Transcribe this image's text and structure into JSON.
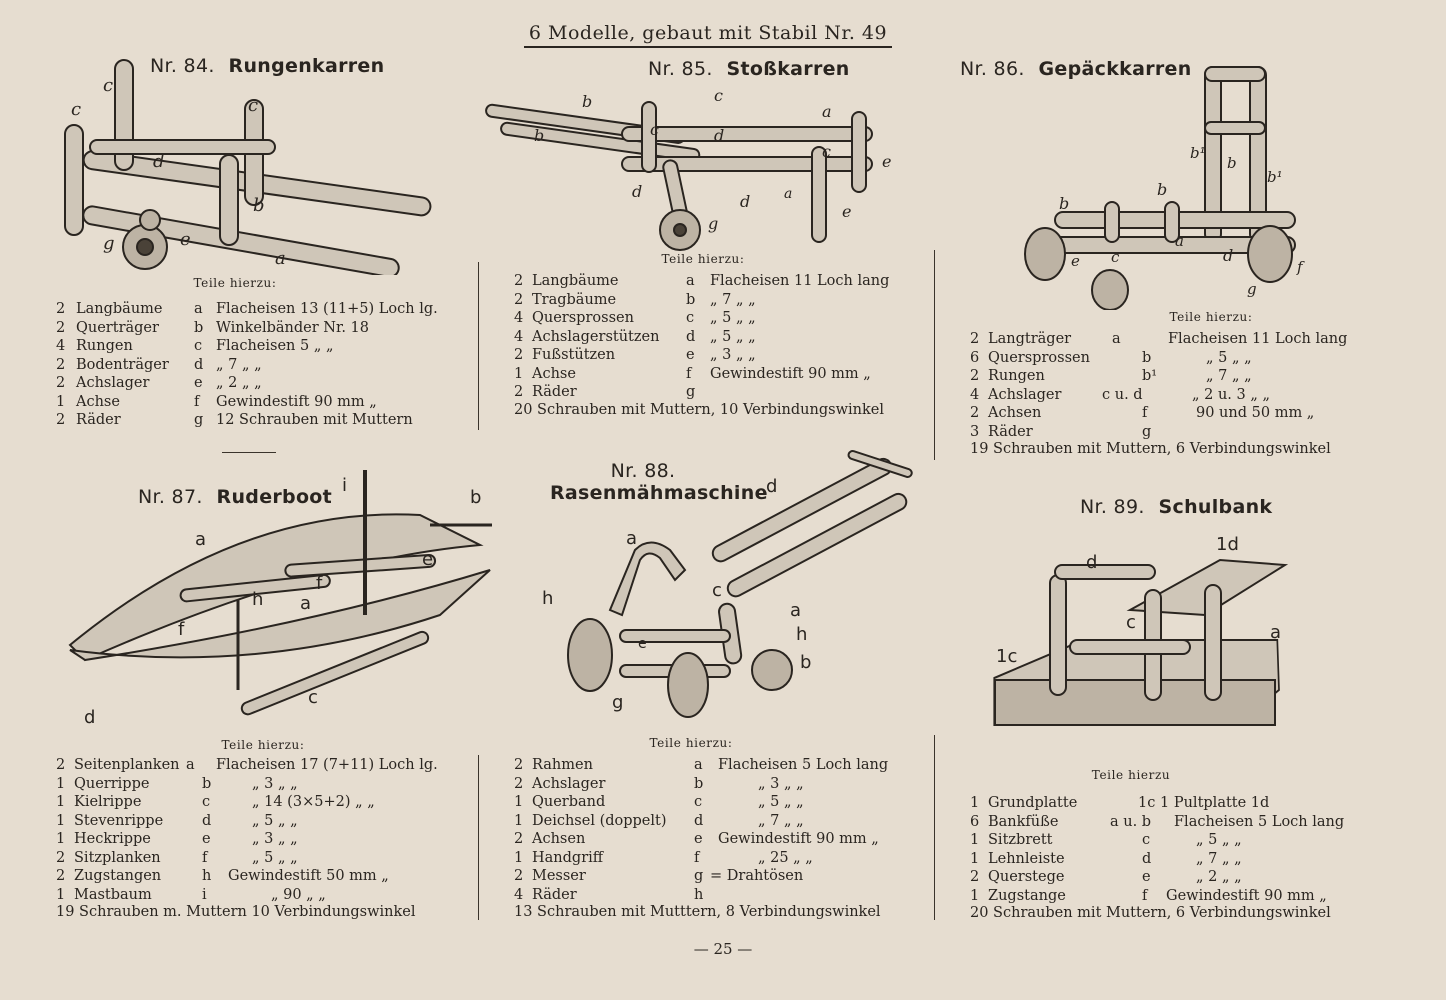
{
  "header": "6 Modelle, gebaut mit Stabil Nr. 49",
  "teile_label": "Teile hierzu:",
  "teile_label_89": "Teile hierzu",
  "page_number": "— 25 —",
  "models": [
    {
      "number": "Nr. 84.",
      "name": "Rungenkarren",
      "fig_labels": [
        "c",
        "c",
        "c",
        "d",
        "b",
        "g",
        "e",
        "a"
      ],
      "parts": [
        {
          "qty": "2",
          "name": "Langbäume",
          "letter": "a",
          "desc": "Flacheisen 13 (11+5) Loch lg."
        },
        {
          "qty": "2",
          "name": "Querträger",
          "letter": "b",
          "desc": "Winkelbänder Nr. 18"
        },
        {
          "qty": "4",
          "name": "Rungen",
          "letter": "c",
          "desc": "Flacheisen 5 „ „"
        },
        {
          "qty": "2",
          "name": "Bodenträger",
          "letter": "d",
          "desc": "„ 7 „ „"
        },
        {
          "qty": "2",
          "name": "Achslager",
          "letter": "e",
          "desc": "„ 2 „ „"
        },
        {
          "qty": "1",
          "name": "Achse",
          "letter": "f",
          "desc": "Gewindestift 90 mm „"
        },
        {
          "qty": "2",
          "name": "Räder",
          "letter": "g",
          "desc": "12 Schrauben mit Muttern"
        }
      ]
    },
    {
      "number": "Nr. 85.",
      "name": "Stoßkarren",
      "fig_labels": [
        "b",
        "c",
        "a",
        "b",
        "c",
        "d",
        "c",
        "e",
        "d",
        "d",
        "a",
        "e",
        "g"
      ],
      "parts": [
        {
          "qty": "2",
          "name": "Langbäume",
          "letter": "a",
          "desc": "Flacheisen 11 Loch lang"
        },
        {
          "qty": "2",
          "name": "Tragbäume",
          "letter": "b",
          "desc": "„ 7 „ „"
        },
        {
          "qty": "4",
          "name": "Quersprossen",
          "letter": "c",
          "desc": "„ 5 „ „"
        },
        {
          "qty": "4",
          "name": "Achslagerstützen",
          "letter": "d",
          "desc": "„ 5 „ „"
        },
        {
          "qty": "2",
          "name": "Fußstützen",
          "letter": "e",
          "desc": "„ 3 „ „"
        },
        {
          "qty": "1",
          "name": "Achse",
          "letter": "f",
          "desc": "Gewindestift 90 mm „"
        },
        {
          "qty": "2",
          "name": "Räder",
          "letter": "g",
          "desc": ""
        }
      ],
      "footer": "20 Schrauben mit Muttern,   10 Verbindungswinkel"
    },
    {
      "number": "Nr. 86.",
      "name": "Gepäckkarren",
      "fig_labels": [
        "b¹",
        "b",
        "b¹",
        "b",
        "b",
        "e",
        "c",
        "a",
        "d",
        "f",
        "g"
      ],
      "parts": [
        {
          "qty": "2",
          "name": "Langträger",
          "letter": "a",
          "desc": "Flacheisen 11 Loch lang"
        },
        {
          "qty": "6",
          "name": "Quersprossen",
          "letter": "b",
          "desc": "„ 5 „ „"
        },
        {
          "qty": "2",
          "name": "Rungen",
          "letter": "b¹",
          "desc": "„ 7 „ „"
        },
        {
          "qty": "4",
          "name": "Achslager",
          "letter": "c u. d",
          "desc": "„ 2 u. 3 „ „"
        },
        {
          "qty": "2",
          "name": "Achsen",
          "letter": "f",
          "desc": "90 und 50 mm „"
        },
        {
          "qty": "3",
          "name": "Räder",
          "letter": "g",
          "desc": ""
        }
      ],
      "footer": "19 Schrauben mit Muttern,   6 Verbindungswinkel"
    },
    {
      "number": "Nr. 87.",
      "name": "Ruderboot",
      "fig_labels": [
        "i",
        "b",
        "a",
        "e",
        "f",
        "h",
        "a",
        "f",
        "c",
        "d"
      ],
      "parts": [
        {
          "qty": "2",
          "name": "Seitenplanken",
          "letter": "a",
          "desc": "Flacheisen 17 (7+11) Loch lg."
        },
        {
          "qty": "1",
          "name": "Querrippe",
          "letter": "b",
          "desc": "„ 3 „ „"
        },
        {
          "qty": "1",
          "name": "Kielrippe",
          "letter": "c",
          "desc": "„ 14 (3×5+2) „ „"
        },
        {
          "qty": "1",
          "name": "Stevenrippe",
          "letter": "d",
          "desc": "„ 5 „ „"
        },
        {
          "qty": "1",
          "name": "Heckrippe",
          "letter": "e",
          "desc": "„ 3 „ „"
        },
        {
          "qty": "2",
          "name": "Sitzplanken",
          "letter": "f",
          "desc": "„ 5 „ „"
        },
        {
          "qty": "2",
          "name": "Zugstangen",
          "letter": "h",
          "desc": "Gewindestift 50 mm „"
        },
        {
          "qty": "1",
          "name": "Mastbaum",
          "letter": "i",
          "desc": "„ 90 „ „"
        }
      ],
      "footer": "19 Schrauben m. Muttern   10 Verbindungswinkel"
    },
    {
      "number": "Nr. 88.",
      "name": "Rasenmähmaschine",
      "fig_labels": [
        "d",
        "a",
        "h",
        "c",
        "e",
        "a",
        "h",
        "b",
        "g"
      ],
      "parts": [
        {
          "qty": "2",
          "name": "Rahmen",
          "letter": "a",
          "desc": "Flacheisen 5 Loch lang"
        },
        {
          "qty": "2",
          "name": "Achslager",
          "letter": "b",
          "desc": "„ 3 „ „"
        },
        {
          "qty": "1",
          "name": "Querband",
          "letter": "c",
          "desc": "„ 5 „ „"
        },
        {
          "qty": "1",
          "name": "Deichsel (doppelt)",
          "letter": "d",
          "desc": "„ 7 „ „"
        },
        {
          "qty": "2",
          "name": "Achsen",
          "letter": "e",
          "desc": "Gewindestift 90 mm „"
        },
        {
          "qty": "1",
          "name": "Handgriff",
          "letter": "f",
          "desc": "„ 25 „ „"
        },
        {
          "qty": "2",
          "name": "Messer",
          "letter": "g",
          "desc": "= Drahtösen"
        },
        {
          "qty": "4",
          "name": "Räder",
          "letter": "h",
          "desc": ""
        }
      ],
      "footer": "13 Schrauben mit Mutttern,   8 Verbindungswinkel"
    },
    {
      "number": "Nr. 89.",
      "name": "Schulbank",
      "fig_labels": [
        "1d",
        "d",
        "c",
        "a",
        "1c"
      ],
      "parts": [
        {
          "qty": "1",
          "name": "Grundplatte",
          "letter": "1c",
          "desc": "1 Pultplatte 1d"
        },
        {
          "qty": "6",
          "name": "Bankfüße",
          "letter": "a u. b",
          "desc": "Flacheisen 5 Loch lang"
        },
        {
          "qty": "1",
          "name": "Sitzbrett",
          "letter": "c",
          "desc": "„ 5 „ „"
        },
        {
          "qty": "1",
          "name": "Lehnleiste",
          "letter": "d",
          "desc": "„ 7 „ „"
        },
        {
          "qty": "2",
          "name": "Querstege",
          "letter": "e",
          "desc": "„ 2 „ „"
        },
        {
          "qty": "1",
          "name": "Zugstange",
          "letter": "f",
          "desc": "Gewindestift 90 mm „"
        }
      ],
      "footer": "20 Schrauben mit Muttern,   6 Verbindungswinkel"
    }
  ]
}
